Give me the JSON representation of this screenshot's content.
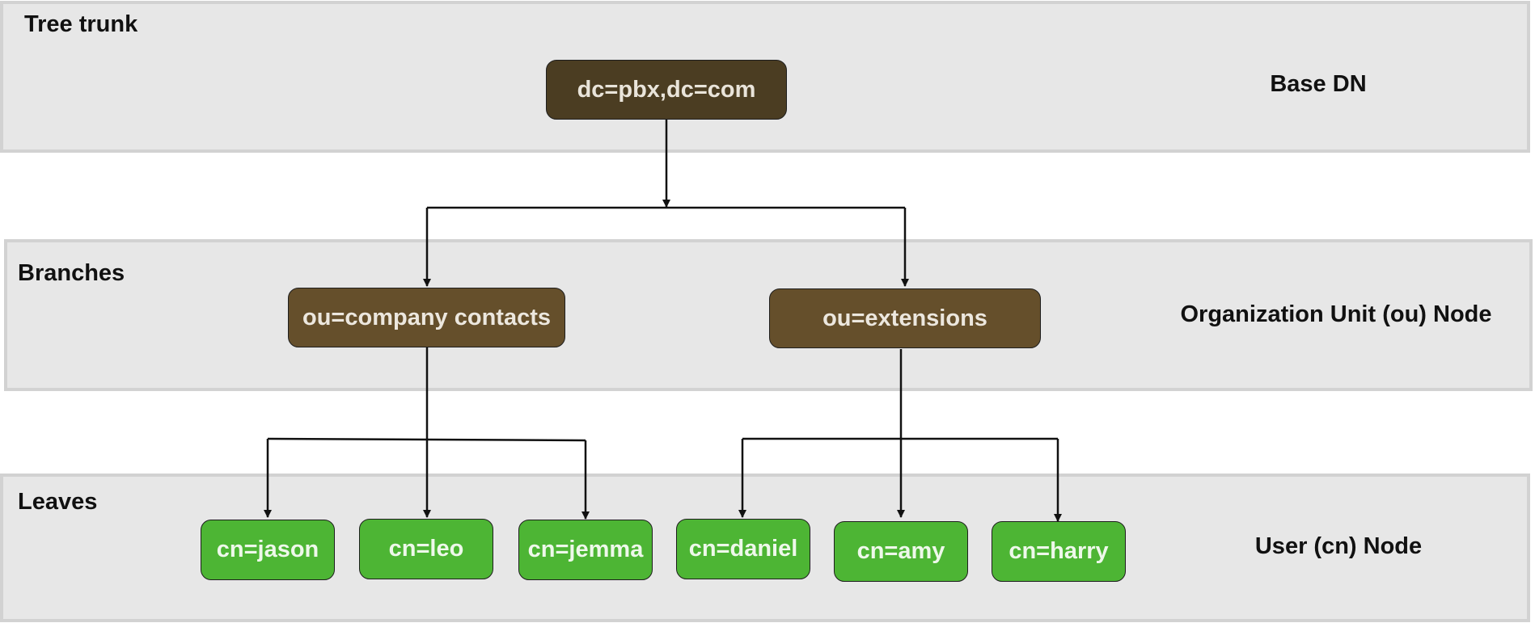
{
  "levels": {
    "trunk": {
      "title": "Tree trunk",
      "label": "Base DN"
    },
    "branch": {
      "title": "Branches",
      "label": "Organization Unit (ou) Node"
    },
    "leaves": {
      "title": "Leaves",
      "label": "User (cn) Node"
    }
  },
  "nodes": {
    "base": "dc=pbx,dc=com",
    "ou_company_contacts": "ou=company contacts",
    "ou_extensions": "ou=extensions",
    "cn_jason": "cn=jason",
    "cn_leo": "cn=leo",
    "cn_jemma": "cn=jemma",
    "cn_daniel": "cn=daniel",
    "cn_amy": "cn=amy",
    "cn_harry": "cn=harry"
  },
  "colors": {
    "band_fill": "#e7e7e7",
    "band_border": "#d2d2d2",
    "base_node": "#4b3d22",
    "branch_node": "#654f2b",
    "leaf_node": "#4db534",
    "connector": "#111111"
  }
}
